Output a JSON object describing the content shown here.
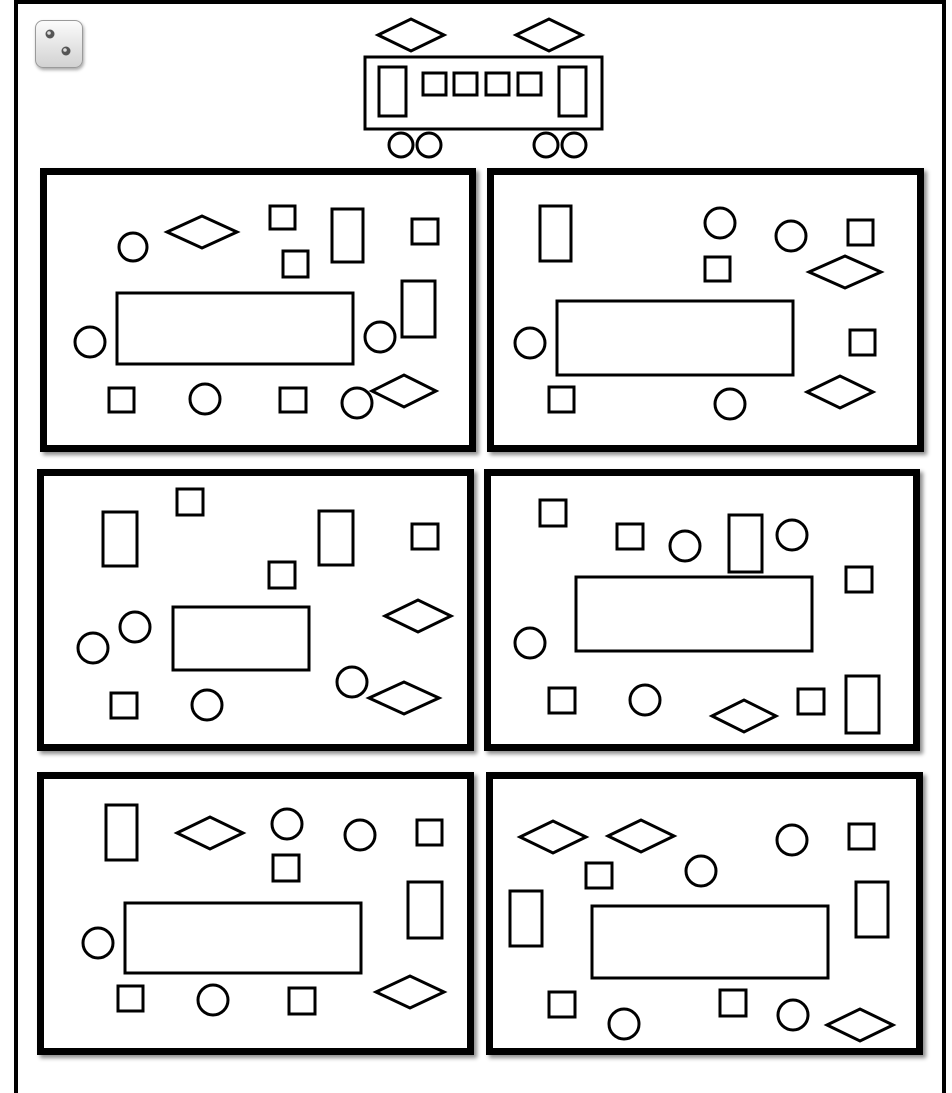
{
  "puzzle": {
    "reference_image": "train-icon",
    "controls": [
      {
        "name": "dice-icon",
        "interactable": true
      }
    ],
    "panels": [
      {
        "id": "panel-1",
        "shapes": [
          "circle",
          "diamond",
          "square",
          "square",
          "tall-rectangle",
          "square",
          "circle",
          "long-rectangle",
          "circle",
          "tall-rectangle",
          "square",
          "circle",
          "square",
          "circle",
          "diamond"
        ]
      },
      {
        "id": "panel-2",
        "shapes": [
          "tall-rectangle",
          "circle",
          "circle",
          "square",
          "square",
          "diamond",
          "circle",
          "long-rectangle",
          "square",
          "square",
          "circle",
          "diamond"
        ]
      },
      {
        "id": "panel-3",
        "shapes": [
          "tall-rectangle",
          "square",
          "tall-rectangle",
          "square",
          "square",
          "circle",
          "circle",
          "long-rectangle",
          "diamond",
          "circle",
          "diamond",
          "square",
          "circle"
        ]
      },
      {
        "id": "panel-4",
        "shapes": [
          "square",
          "square",
          "circle",
          "tall-rectangle",
          "circle",
          "square",
          "long-rectangle",
          "circle",
          "square",
          "circle",
          "diamond",
          "square",
          "tall-rectangle"
        ]
      },
      {
        "id": "panel-5",
        "shapes": [
          "tall-rectangle",
          "diamond",
          "circle",
          "circle",
          "square",
          "square",
          "tall-rectangle",
          "circle",
          "long-rectangle",
          "square",
          "circle",
          "square",
          "diamond"
        ]
      },
      {
        "id": "panel-6",
        "shapes": [
          "diamond",
          "diamond",
          "square",
          "circle",
          "circle",
          "square",
          "tall-rectangle",
          "long-rectangle",
          "tall-rectangle",
          "square",
          "circle",
          "square",
          "circle",
          "diamond"
        ]
      }
    ]
  }
}
